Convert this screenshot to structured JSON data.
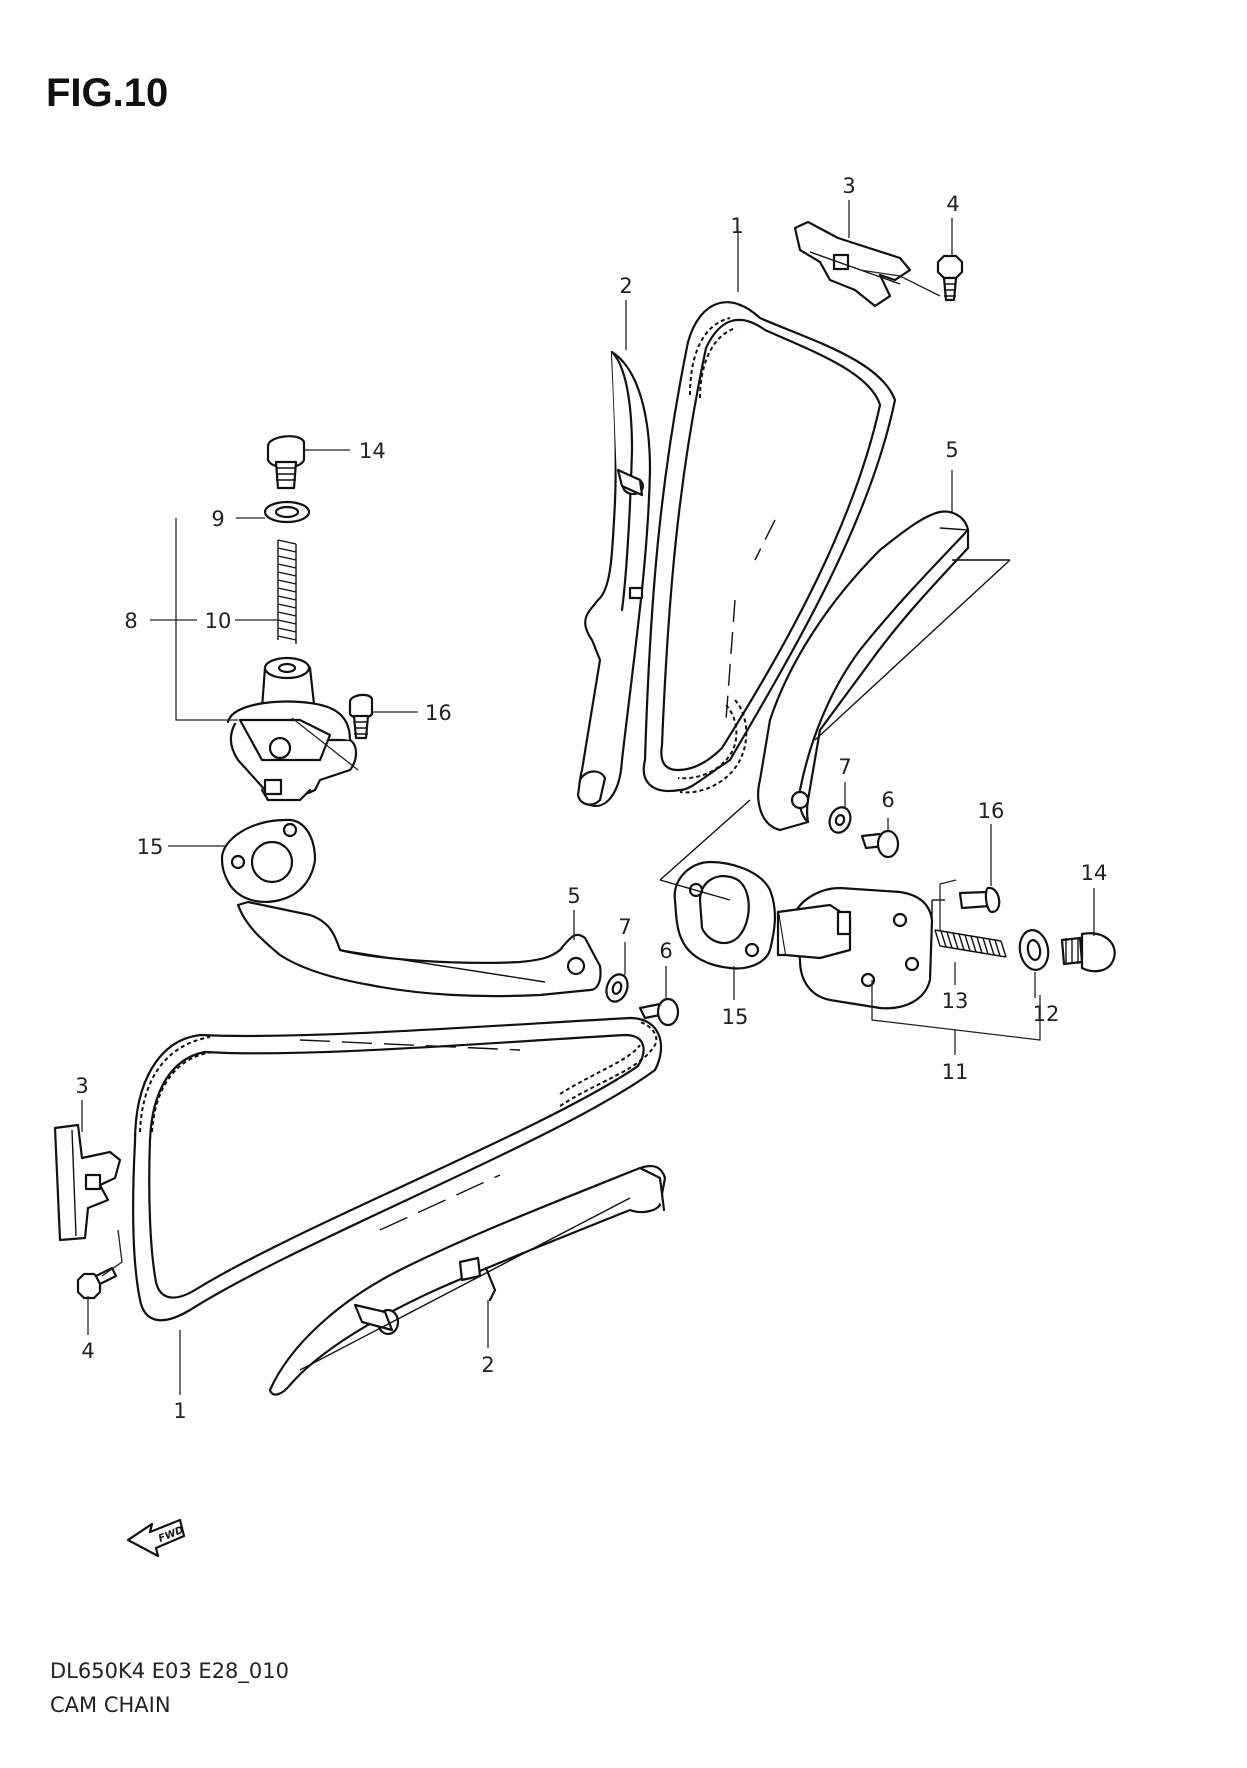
{
  "figure": {
    "title": "FIG.10",
    "model_code": "DL650K4 E03 E28_010",
    "caption": "CAM CHAIN",
    "fwd_label": "FWD"
  },
  "callouts": [
    {
      "id": "c1a",
      "label": "1"
    },
    {
      "id": "c2a",
      "label": "2"
    },
    {
      "id": "c3a",
      "label": "3"
    },
    {
      "id": "c4a",
      "label": "4"
    },
    {
      "id": "c5a",
      "label": "5"
    },
    {
      "id": "c14a",
      "label": "14"
    },
    {
      "id": "c9",
      "label": "9"
    },
    {
      "id": "c8",
      "label": "8"
    },
    {
      "id": "c10",
      "label": "10"
    },
    {
      "id": "c16a",
      "label": "16"
    },
    {
      "id": "c15a",
      "label": "15"
    },
    {
      "id": "c7a",
      "label": "7"
    },
    {
      "id": "c6a",
      "label": "6"
    },
    {
      "id": "c16b",
      "label": "16"
    },
    {
      "id": "c14b",
      "label": "14"
    },
    {
      "id": "c5b",
      "label": "5"
    },
    {
      "id": "c7b",
      "label": "7"
    },
    {
      "id": "c6b",
      "label": "6"
    },
    {
      "id": "c15b",
      "label": "15"
    },
    {
      "id": "c13",
      "label": "13"
    },
    {
      "id": "c12",
      "label": "12"
    },
    {
      "id": "c11",
      "label": "11"
    },
    {
      "id": "c3b",
      "label": "3"
    },
    {
      "id": "c4b",
      "label": "4"
    },
    {
      "id": "c1b",
      "label": "1"
    },
    {
      "id": "c2b",
      "label": "2"
    }
  ]
}
